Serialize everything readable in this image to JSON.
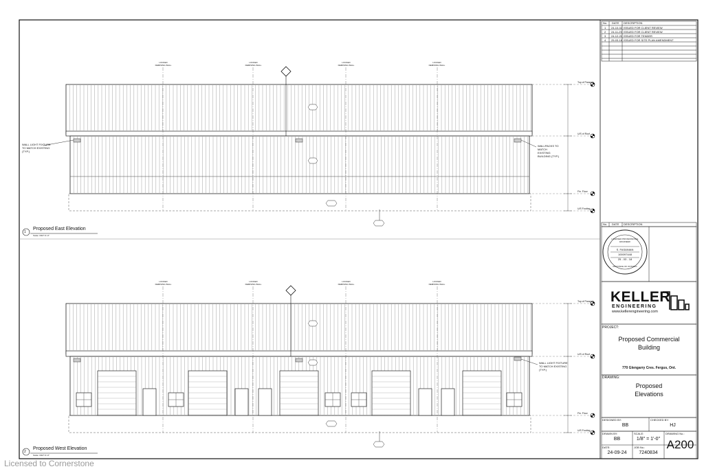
{
  "revisions": {
    "headers": [
      "No.",
      "DATE",
      "DESCRIPTION"
    ],
    "rows": [
      [
        "1",
        "24-10-02",
        "ISSUED FOR CLIENT REVIEW"
      ],
      [
        "2",
        "24-11-29",
        "ISSUED FOR CLIENT REVIEW"
      ],
      [
        "3",
        "24-12-20",
        "ISSUED FOR TENDER"
      ],
      [
        "4",
        "25-03-18",
        "ISSUED FOR SITE PLAN AMENDMENT"
      ]
    ]
  },
  "revisions2_headers": [
    "No.",
    "DATE",
    "DESCRIPTION"
  ],
  "seal": {
    "line1": "LICENSED PROFESSIONAL ENGINEER",
    "name": "S. FASANIAN",
    "number": "100097448",
    "date": "25 - 03 - 18",
    "bottom": "PROVINCE OF ONTARIO"
  },
  "company": {
    "name1": "KELLER",
    "name2": "ENGINEERING",
    "url": "www.kellerengineering.com"
  },
  "project": {
    "label": "PROJECT:",
    "title_line1": "Proposed Commercial",
    "title_line2": "Building",
    "address": "770 Glengarry Cres. Fergus, Ont."
  },
  "drawing": {
    "label": "DRAWING:",
    "title_line1": "Proposed",
    "title_line2": "Elevations"
  },
  "designed_by": {
    "label": "DESIGNED BY:",
    "value": "BB"
  },
  "checked_by": {
    "label": "CHECKED BY:",
    "value": "HJ"
  },
  "drawn_by": {
    "label": "DRAWN BY:",
    "value": "BB"
  },
  "scale": {
    "label": "SCALE:",
    "value": "1/8\" = 1'-0\""
  },
  "date": {
    "label": "DATE:",
    "value": "24-09-24"
  },
  "job_no": {
    "label": "JOB No.:",
    "value": "7240834"
  },
  "drawing_no": {
    "label": "DRAWING No.:",
    "value": "A200"
  },
  "views": {
    "east": {
      "number": "1",
      "title": "Proposed East Elevation",
      "scale": "Scale: 3/32\"=1'-0\""
    },
    "west": {
      "number": "2",
      "title": "Proposed West Elevation",
      "scale": "Scale: 3/32\"=1'-0\""
    }
  },
  "gridlines": [
    "LOCKED DEMISING WALL",
    "LOCKED DEMISING WALL",
    "LOCKED DEMISING WALL",
    "LOCKED DEMISING WALL"
  ],
  "notes": {
    "wall_light": "WALL LIGHT FIXTURE TO MATCH EXISTING (TYP.)",
    "wall_packs": "WALLPACKS TO MATCH EXISTING BUILDING (TYP.)"
  },
  "levels": {
    "roof": "Top of Parapet",
    "soffit": "U/S of Roof",
    "floor": "Fin. Floor",
    "footing": "U/S Footing"
  },
  "watermark": "Licensed to Cornerstone"
}
